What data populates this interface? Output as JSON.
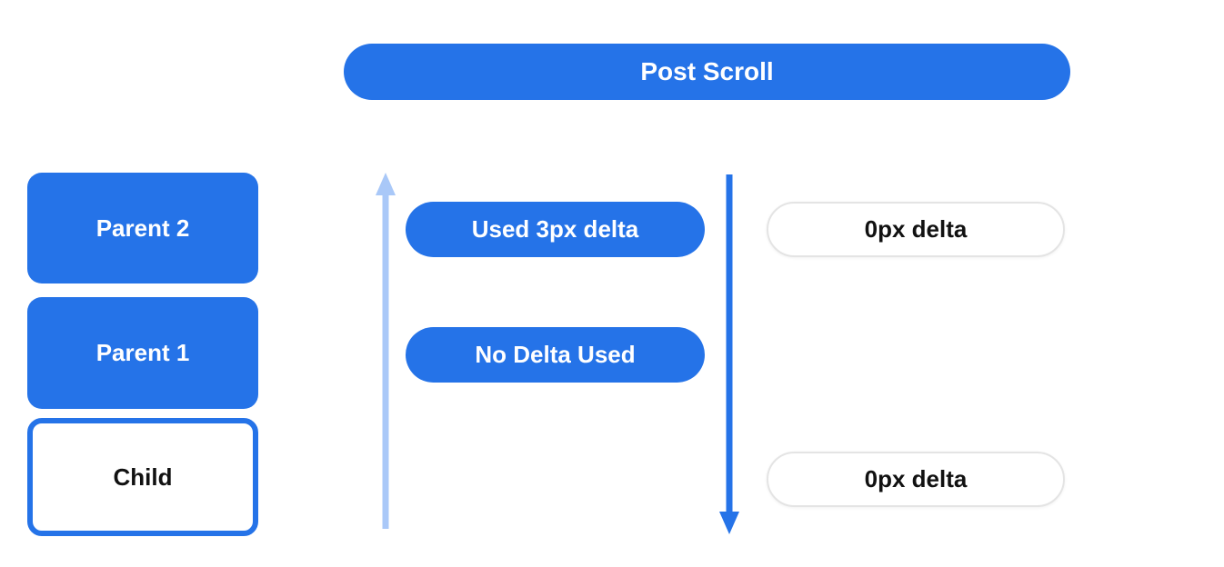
{
  "header": {
    "title": "Post Scroll"
  },
  "scrollable_stack": {
    "parent2_label": "Parent 2",
    "parent1_label": "Parent 1",
    "child_label": "Child"
  },
  "delta_flow": {
    "used_delta_label": "Used 3px delta",
    "no_delta_label": "No Delta Used",
    "post_scroll_top_label": "0px delta",
    "post_scroll_bottom_label": "0px delta"
  },
  "icons": {
    "up_arrow": "upward propagation arrow (light blue)",
    "down_arrow": "downward scroll arrow (blue)"
  },
  "colors": {
    "primary_blue": "#2573e8",
    "light_blue": "#a9c8f8",
    "ink": "#111111",
    "pill_border": "#e4e4e4"
  }
}
